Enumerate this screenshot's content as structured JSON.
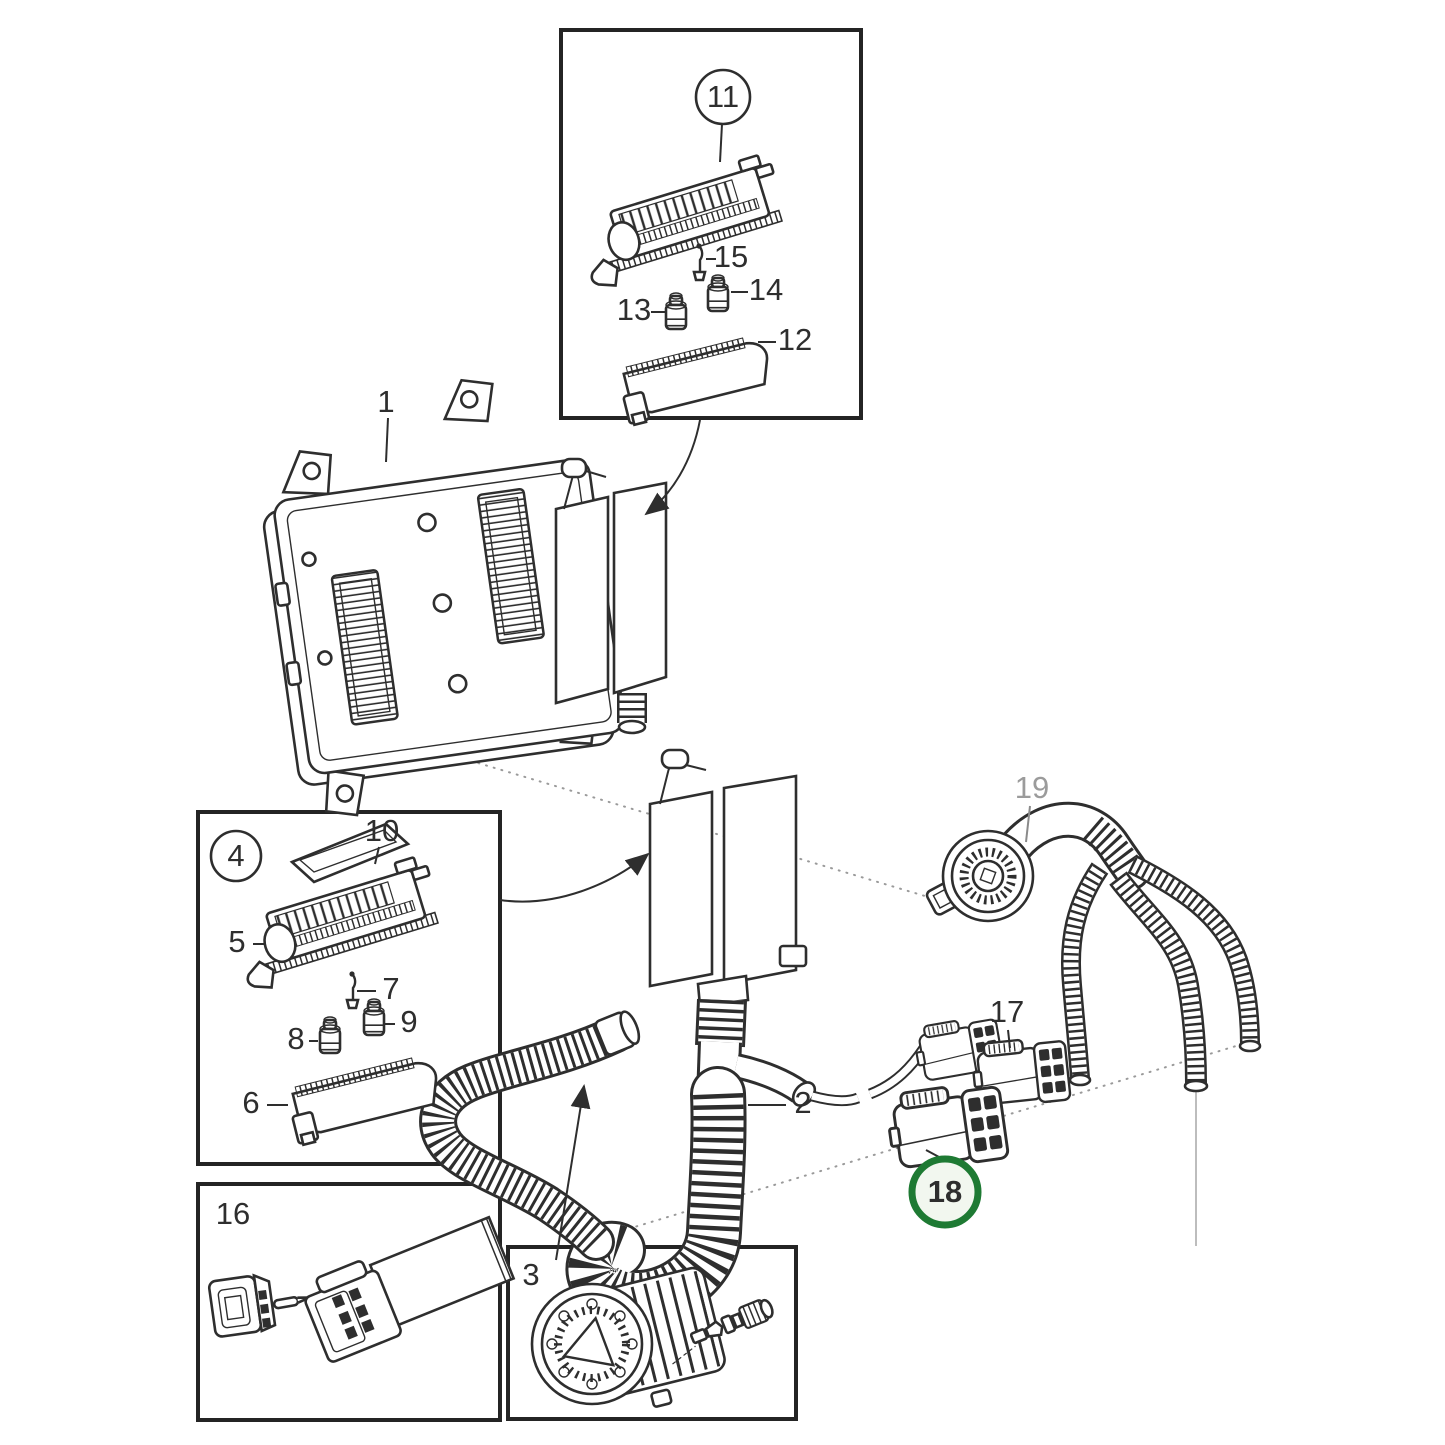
{
  "diagram": {
    "kind": "exploded-parts-diagram",
    "labels": [
      {
        "text": "1"
      },
      {
        "text": "2"
      },
      {
        "text": "3"
      },
      {
        "text": "4",
        "circled": true
      },
      {
        "text": "5"
      },
      {
        "text": "6"
      },
      {
        "text": "7"
      },
      {
        "text": "8"
      },
      {
        "text": "9"
      },
      {
        "text": "10"
      },
      {
        "text": "11",
        "circled": true
      },
      {
        "text": "12"
      },
      {
        "text": "13"
      },
      {
        "text": "14"
      },
      {
        "text": "15"
      },
      {
        "text": "16"
      },
      {
        "text": "17"
      },
      {
        "text": "18",
        "highlighted": true
      },
      {
        "text": "19",
        "muted": true
      }
    ],
    "callouts": {
      "highlighted_part": "18",
      "circled_insets": [
        "4",
        "11"
      ],
      "inset_boxes": [
        "11",
        "4",
        "16",
        "3"
      ]
    },
    "colors": {
      "ink": "#2e2e2e",
      "highlight_green": "#1e7a33",
      "highlight_fill": "#f2f7ef",
      "muted_label": "#9b9b9b",
      "background": "#ffffff"
    }
  }
}
